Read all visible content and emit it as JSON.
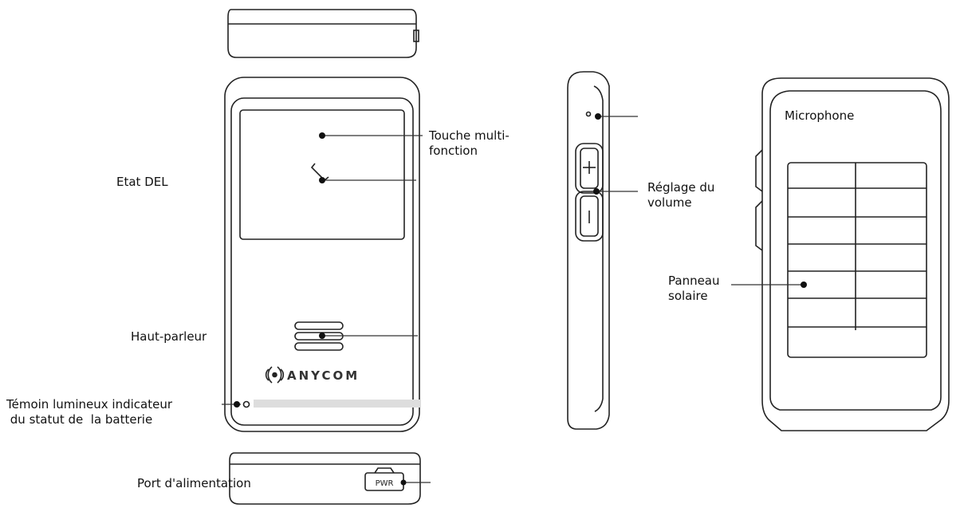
{
  "labels": {
    "multifunction_key": "Touche multi-\nfonction",
    "led_status": "Etat DEL",
    "speaker": "Haut-parleur",
    "battery_indicator": "Témoin lumineux indicateur\n du statut de  la batterie",
    "power_port": "Port d'alimentation",
    "volume_control": "Réglage du\nvolume",
    "microphone": "Microphone",
    "solar_panel": "Panneau\nsolaire"
  },
  "device_text": {
    "brand": "ANYCOM",
    "power_button": "PWR",
    "vol_plus": "+",
    "vol_minus": "−"
  },
  "colors": {
    "stroke": "#222222",
    "indicator_bar": "#dddddd"
  }
}
